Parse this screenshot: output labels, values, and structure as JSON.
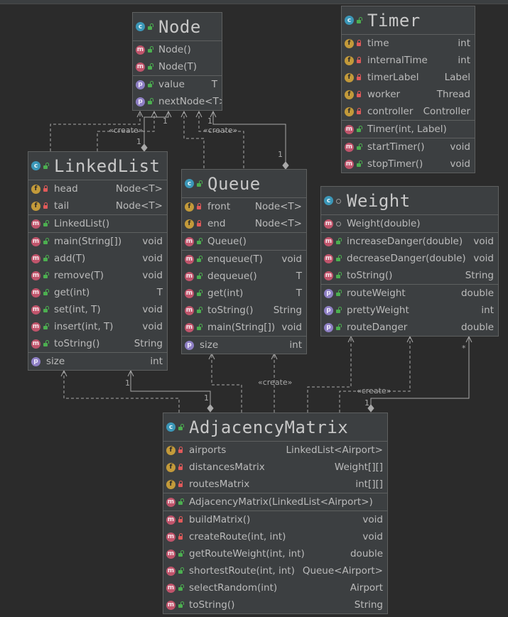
{
  "classes": {
    "node": {
      "name": "Node",
      "visibility": "public",
      "sections": [
        [
          {
            "kind": "m",
            "vis": "pub",
            "label": "Node()",
            "type": ""
          },
          {
            "kind": "m",
            "vis": "pub",
            "label": "Node(T)",
            "type": ""
          }
        ],
        [
          {
            "kind": "p",
            "vis": "pub",
            "label": "value",
            "type": "T"
          },
          {
            "kind": "p",
            "vis": "pub",
            "label": "next",
            "type": "Node<T>"
          }
        ]
      ]
    },
    "timer": {
      "name": "Timer",
      "visibility": "public",
      "sections": [
        [
          {
            "kind": "f",
            "vis": "priv",
            "label": "time",
            "type": "int"
          },
          {
            "kind": "f",
            "vis": "priv",
            "label": "internalTime",
            "type": "int"
          },
          {
            "kind": "f",
            "vis": "priv",
            "label": "timerLabel",
            "type": "Label"
          },
          {
            "kind": "f",
            "vis": "priv",
            "label": "worker",
            "type": "Thread"
          },
          {
            "kind": "f",
            "vis": "priv",
            "label": "controller",
            "type": "Controller"
          }
        ],
        [
          {
            "kind": "m",
            "vis": "pub",
            "label": "Timer(int, Label)",
            "type": ""
          }
        ],
        [
          {
            "kind": "m",
            "vis": "pub",
            "label": "startTimer()",
            "type": "void"
          },
          {
            "kind": "m",
            "vis": "pub",
            "label": "stopTimer()",
            "type": "void"
          }
        ]
      ]
    },
    "linkedlist": {
      "name": "LinkedList",
      "visibility": "public",
      "sections": [
        [
          {
            "kind": "f",
            "vis": "priv",
            "label": "head",
            "type": "Node<T>"
          },
          {
            "kind": "f",
            "vis": "priv",
            "label": "tail",
            "type": "Node<T>"
          }
        ],
        [
          {
            "kind": "m",
            "vis": "pub",
            "label": "LinkedList()",
            "type": ""
          }
        ],
        [
          {
            "kind": "m",
            "vis": "pub",
            "label": "main(String[])",
            "type": "void"
          },
          {
            "kind": "m",
            "vis": "pub",
            "label": "add(T)",
            "type": "void"
          },
          {
            "kind": "m",
            "vis": "pub",
            "label": "remove(T)",
            "type": "void"
          },
          {
            "kind": "m",
            "vis": "pub",
            "label": "get(int)",
            "type": "T"
          },
          {
            "kind": "m",
            "vis": "pub",
            "label": "set(int, T)",
            "type": "void"
          },
          {
            "kind": "m",
            "vis": "pub",
            "label": "insert(int, T)",
            "type": "void"
          },
          {
            "kind": "m",
            "vis": "pub",
            "label": "toString()",
            "type": "String"
          }
        ],
        [
          {
            "kind": "p",
            "vis": "none",
            "label": "size",
            "type": "int"
          }
        ]
      ]
    },
    "queue": {
      "name": "Queue",
      "visibility": "public",
      "sections": [
        [
          {
            "kind": "f",
            "vis": "priv",
            "label": "front",
            "type": "Node<T>"
          },
          {
            "kind": "f",
            "vis": "priv",
            "label": "end",
            "type": "Node<T>"
          }
        ],
        [
          {
            "kind": "m",
            "vis": "pub",
            "label": "Queue()",
            "type": ""
          }
        ],
        [
          {
            "kind": "m",
            "vis": "pub",
            "label": "enqueue(T)",
            "type": "void"
          },
          {
            "kind": "m",
            "vis": "pub",
            "label": "dequeue()",
            "type": "T"
          },
          {
            "kind": "m",
            "vis": "pub",
            "label": "get(int)",
            "type": "T"
          },
          {
            "kind": "m",
            "vis": "pub",
            "label": "toString()",
            "type": "String"
          },
          {
            "kind": "m",
            "vis": "pub",
            "label": "main(String[])",
            "type": "void"
          }
        ],
        [
          {
            "kind": "p",
            "vis": "none",
            "label": "size",
            "type": "int"
          }
        ]
      ]
    },
    "weight": {
      "name": "Weight",
      "visibility": "package",
      "sections": [
        [
          {
            "kind": "m",
            "vis": "pkg",
            "label": "Weight(double)",
            "type": ""
          }
        ],
        [
          {
            "kind": "m",
            "vis": "pub",
            "label": "increaseDanger(double)",
            "type": "void"
          },
          {
            "kind": "m",
            "vis": "pub",
            "label": "decreaseDanger(double)",
            "type": "void"
          },
          {
            "kind": "m",
            "vis": "pub",
            "label": "toString()",
            "type": "String"
          }
        ],
        [
          {
            "kind": "p",
            "vis": "pub",
            "label": "routeWeight",
            "type": "double"
          },
          {
            "kind": "p",
            "vis": "pub",
            "label": "prettyWeight",
            "type": "int"
          },
          {
            "kind": "p",
            "vis": "pub",
            "label": "routeDanger",
            "type": "double"
          }
        ]
      ]
    },
    "adjacency": {
      "name": "AdjacencyMatrix",
      "visibility": "public",
      "sections": [
        [
          {
            "kind": "f",
            "vis": "priv",
            "label": "airports",
            "type": "LinkedList<Airport>"
          },
          {
            "kind": "f",
            "vis": "priv",
            "label": "distancesMatrix",
            "type": "Weight[][]"
          },
          {
            "kind": "f",
            "vis": "priv",
            "label": "routesMatrix",
            "type": "int[][]"
          }
        ],
        [
          {
            "kind": "m",
            "vis": "pub",
            "label": "AdjacencyMatrix(LinkedList<Airport>)",
            "type": ""
          }
        ],
        [
          {
            "kind": "m",
            "vis": "priv",
            "label": "buildMatrix()",
            "type": "void"
          },
          {
            "kind": "m",
            "vis": "priv",
            "label": "createRoute(int, int)",
            "type": "void"
          },
          {
            "kind": "m",
            "vis": "pub",
            "label": "getRouteWeight(int, int)",
            "type": "double"
          },
          {
            "kind": "m",
            "vis": "pub",
            "label": "shortestRoute(int, int)",
            "type": "Queue<Airport>"
          },
          {
            "kind": "m",
            "vis": "pub",
            "label": "selectRandom(int)",
            "type": "Airport"
          },
          {
            "kind": "m",
            "vis": "pub",
            "label": "toString()",
            "type": "String"
          }
        ]
      ]
    }
  },
  "edge_labels": {
    "create": "«create»",
    "one": "1",
    "many": "*"
  }
}
